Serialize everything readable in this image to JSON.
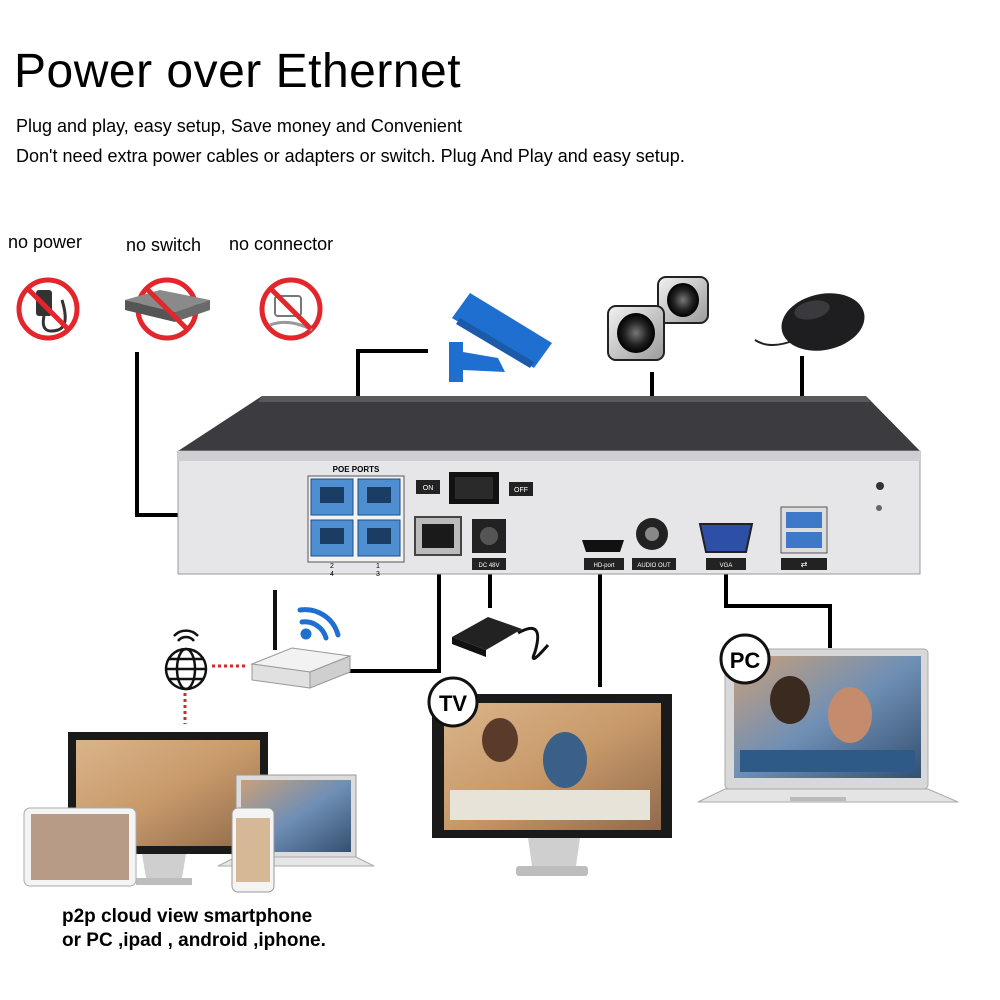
{
  "header": {
    "title": "Power over Ethernet",
    "subtitle_1": "Plug and play, easy setup, Save money and Convenient",
    "subtitle_2": "Don't need extra power cables or adapters or switch. Plug And Play and easy setup."
  },
  "prohibited": {
    "no_power": "no power",
    "no_switch": "no switch",
    "no_connector": "no connector"
  },
  "nvr": {
    "poe_ports_label": "POE PORTS",
    "port_numbers": [
      "2",
      "4",
      "1",
      "3"
    ],
    "on_label": "ON",
    "off_label": "OFF",
    "dc_label": "DC 48V",
    "hdport_label": "HD-port",
    "audio_out_label": "AUDIO OUT",
    "vga_label": "VGA"
  },
  "devices": {
    "tv_badge": "TV",
    "pc_badge": "PC"
  },
  "footer": {
    "line_1": "p2p cloud view smartphone",
    "line_2": "or PC ,ipad  , android ,iphone."
  },
  "colors": {
    "camera_blue": "#1f6fd1",
    "prohibit_red": "#e3262b",
    "router_red_dash": "#d12a2a",
    "nvr_front": "#e6e6e8",
    "nvr_top": "#3c3c40"
  }
}
